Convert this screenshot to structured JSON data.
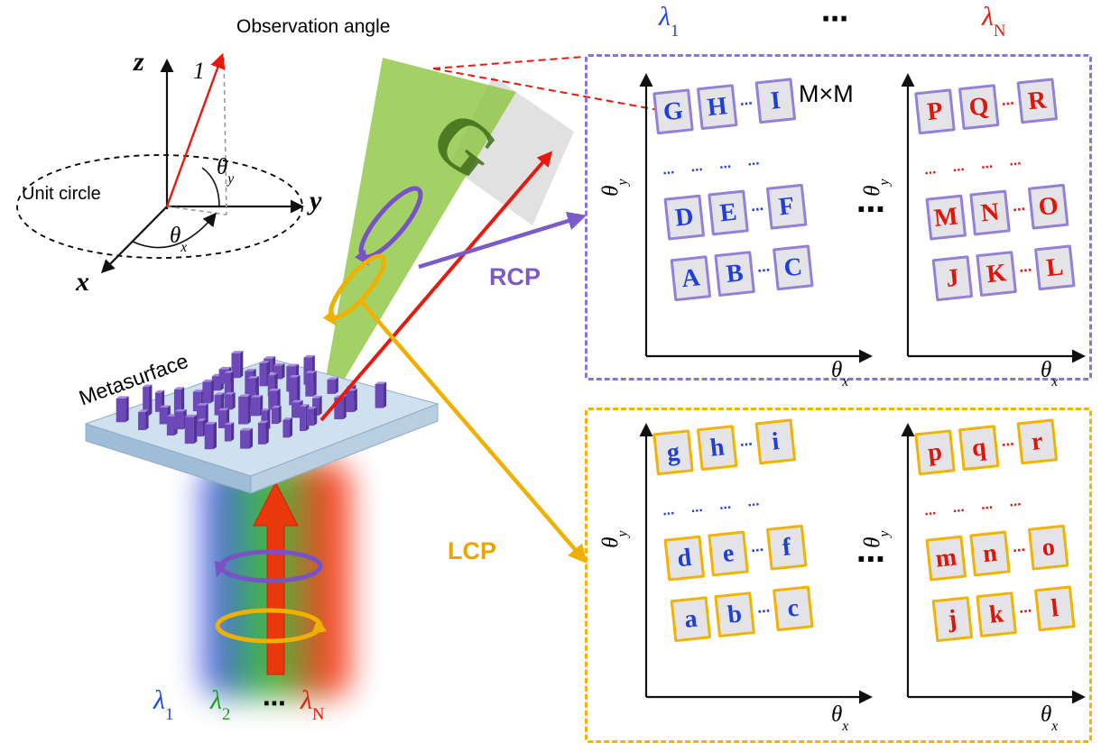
{
  "colors": {
    "purple_accent": "#8a74d8",
    "yellow_accent": "#f2b400",
    "red_accent": "#e8190c",
    "blue_letter": "#1f3fd6",
    "red_letter": "#e01408",
    "beam_green": "#8dc63f"
  },
  "coord": {
    "observation_angle": "Observation angle",
    "unit_circle": "Unit circle",
    "axis_z": "z",
    "axis_y": "y",
    "axis_x": "x",
    "unit_one": "1"
  },
  "axis": {
    "theta": "θ",
    "x": "x",
    "y": "y"
  },
  "metasurface_label": "Metasurface",
  "incident": {
    "lambda": "λ",
    "sub1": "1",
    "sub2": "2",
    "subN": "N",
    "dots": "⋯"
  },
  "output": {
    "g_letter": "G",
    "rcp": "RCP",
    "lcp": "LCP"
  },
  "header": {
    "lambda": "λ",
    "sub1": "1",
    "dots": "⋯",
    "subN": "N"
  },
  "matrix_size": "M×M",
  "dots_small": "⋯",
  "dots_row": "⋯ ⋯ ⋯ ⋯",
  "between_dots": "⋯",
  "rcp_box": {
    "left": {
      "rows": [
        [
          "G",
          "H",
          "I"
        ],
        [
          "D",
          "E",
          "F"
        ],
        [
          "A",
          "B",
          "C"
        ]
      ]
    },
    "right": {
      "rows": [
        [
          "P",
          "Q",
          "R"
        ],
        [
          "M",
          "N",
          "O"
        ],
        [
          "J",
          "K",
          "L"
        ]
      ]
    }
  },
  "lcp_box": {
    "left": {
      "rows": [
        [
          "g",
          "h",
          "i"
        ],
        [
          "d",
          "e",
          "f"
        ],
        [
          "a",
          "b",
          "c"
        ]
      ]
    },
    "right": {
      "rows": [
        [
          "p",
          "q",
          "r"
        ],
        [
          "m",
          "n",
          "o"
        ],
        [
          "j",
          "k",
          "l"
        ]
      ]
    }
  }
}
